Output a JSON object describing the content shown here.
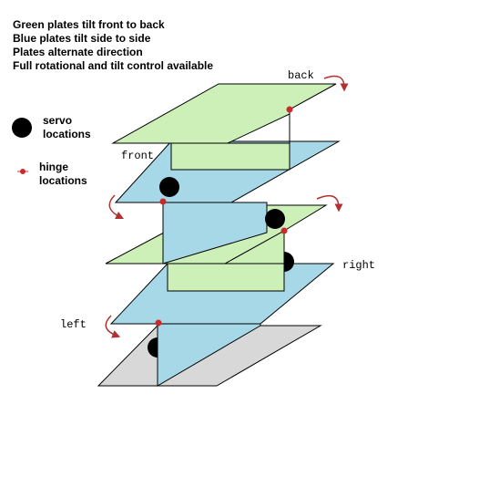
{
  "description_lines": [
    "Green plates tilt front to back",
    "Blue plates tilt side to side",
    "Plates alternate direction",
    "Full rotational and tilt control available"
  ],
  "legend": {
    "servo": [
      "servo",
      "locations"
    ],
    "hinge": [
      "hinge",
      "locations"
    ]
  },
  "directions": {
    "back": "back",
    "front": "front",
    "right": "right",
    "left": "left"
  },
  "colors": {
    "green_plate": "#ccf0b8",
    "blue_plate": "#a6d8e8",
    "base_plate": "#d8d8d8",
    "hinge": "#cc2a2a",
    "servo": "#000000",
    "arrow": "#b33030"
  }
}
